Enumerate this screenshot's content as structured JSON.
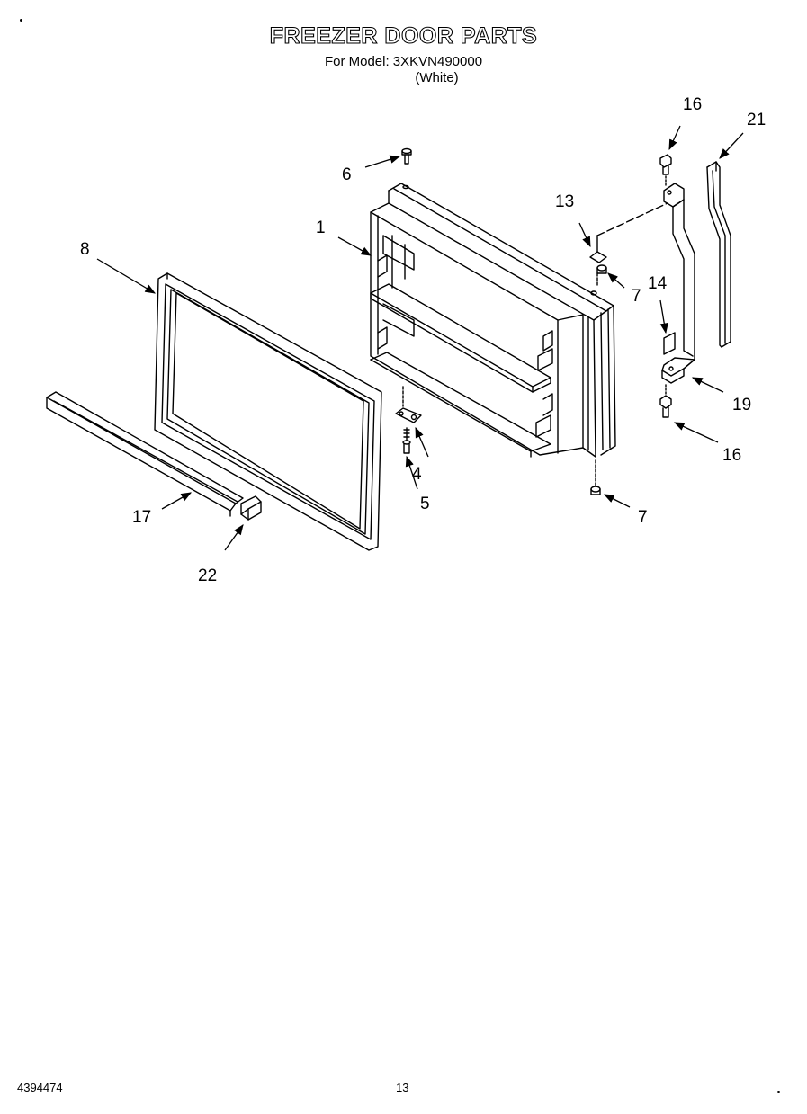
{
  "header": {
    "title": "FREEZER DOOR PARTS",
    "model_line": "For Model: 3XKVN490000",
    "color_line": "(White)"
  },
  "callouts": [
    {
      "id": "c1",
      "label": "1"
    },
    {
      "id": "c4",
      "label": "4"
    },
    {
      "id": "c5",
      "label": "5"
    },
    {
      "id": "c6",
      "label": "6"
    },
    {
      "id": "c7a",
      "label": "7"
    },
    {
      "id": "c7b",
      "label": "7"
    },
    {
      "id": "c8",
      "label": "8"
    },
    {
      "id": "c13",
      "label": "13"
    },
    {
      "id": "c14",
      "label": "14"
    },
    {
      "id": "c16a",
      "label": "16"
    },
    {
      "id": "c16b",
      "label": "16"
    },
    {
      "id": "c17",
      "label": "17"
    },
    {
      "id": "c19",
      "label": "19"
    },
    {
      "id": "c21",
      "label": "21"
    },
    {
      "id": "c22",
      "label": "22"
    }
  ],
  "footer": {
    "part_number": "4394474",
    "page_number": "13"
  }
}
